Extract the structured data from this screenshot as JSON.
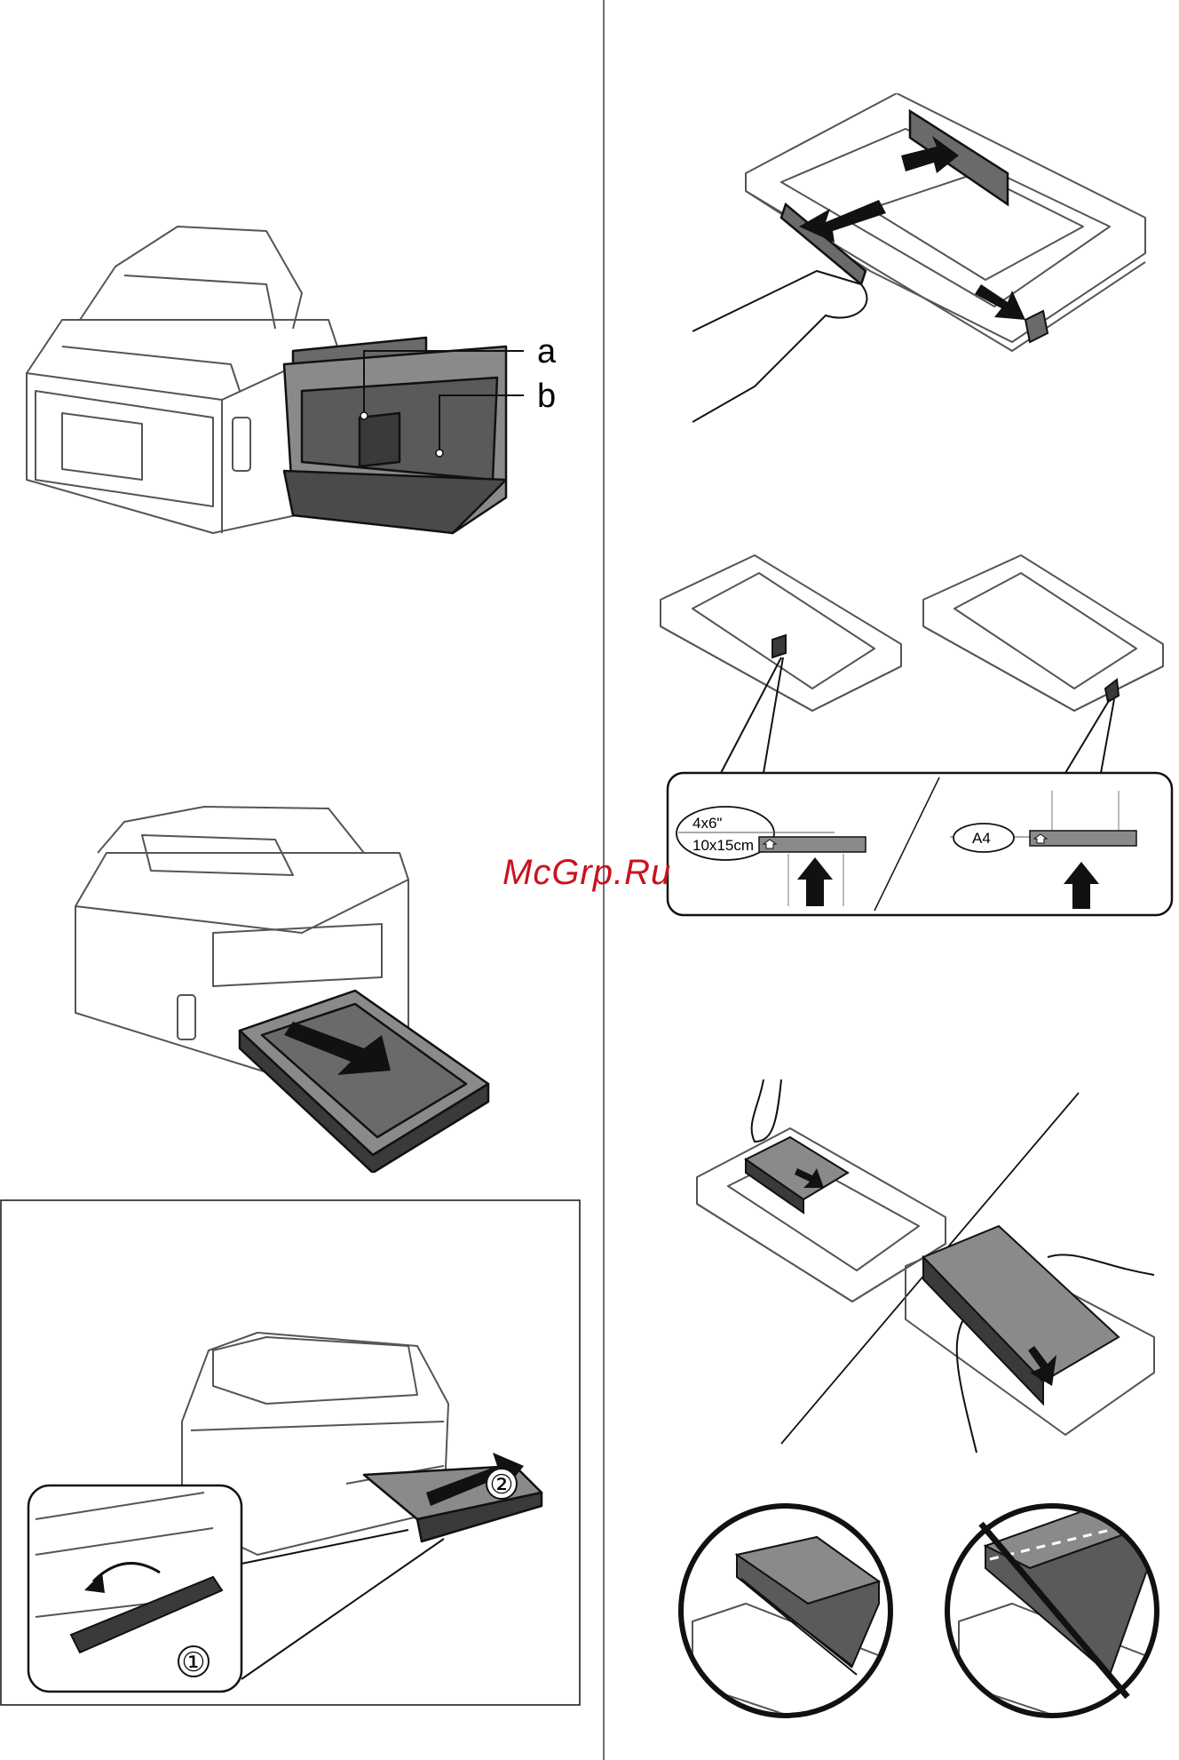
{
  "figures": {
    "printer_cassettes": {
      "label_a": "a",
      "label_b": "b"
    },
    "edge_guide_scale": {
      "left_mark_line1": "4x6\"",
      "left_mark_line2": "10x15cm",
      "right_mark": "A4"
    },
    "extend_tray": {
      "step1": "①",
      "step2": "②"
    }
  },
  "watermark": "McGrp.Ru",
  "colors": {
    "line": "#111111",
    "tray_dark": "#4a4a4a",
    "paper": "#8a8a8a",
    "watermark": "#c9131f"
  }
}
